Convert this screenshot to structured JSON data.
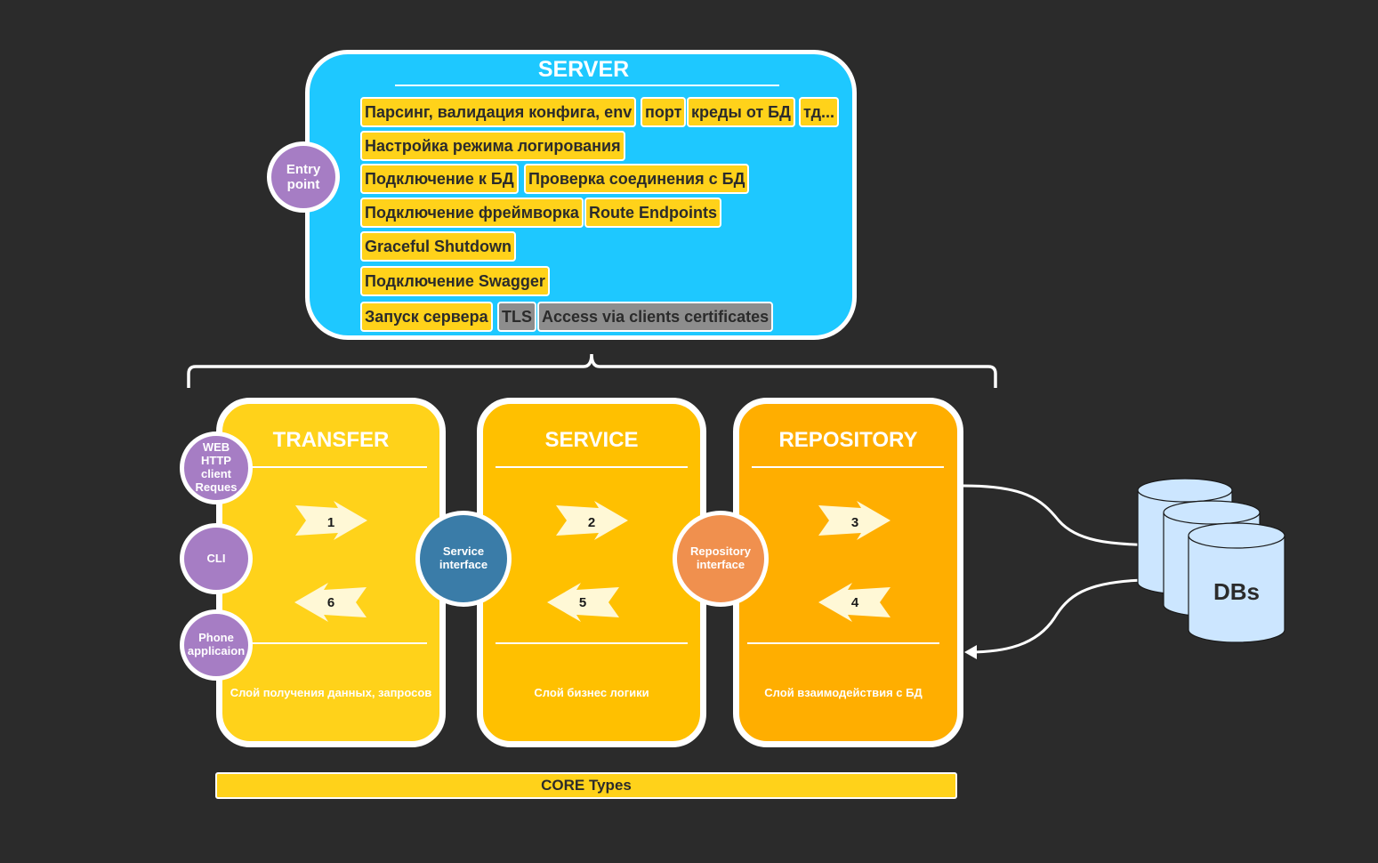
{
  "server": {
    "title": "SERVER",
    "entry_point": "Entry point",
    "rows": [
      [
        "Парсинг, валидация конфига, env",
        "порт",
        "креды от БД",
        "тд..."
      ],
      [
        "Настройка режима логирования"
      ],
      [
        "Подключение к БД",
        "Проверка соединения с БД"
      ],
      [
        "Подключение фреймворка",
        "Route Endpoints"
      ],
      [
        "Graceful Shutdown"
      ],
      [
        "Подключение Swagger"
      ],
      [
        "Запуск сервера",
        "TLS",
        "Access via clients certificates"
      ]
    ]
  },
  "clients": [
    "WEB HTTP client Reques",
    "CLI",
    "Phone applicaion"
  ],
  "layers": {
    "transfer": {
      "title": "TRANSFER",
      "caption": "Слой получения данных, запросов",
      "in_num": "1",
      "out_num": "6"
    },
    "service": {
      "title": "SERVICE",
      "caption": "Слой бизнес логики",
      "in_num": "2",
      "out_num": "5"
    },
    "repository": {
      "title": "REPOSITORY",
      "caption": "Слой взаимодействия с БД",
      "in_num": "3",
      "out_num": "4"
    }
  },
  "interfaces": {
    "service": "Service interface",
    "repository": "Repository interface"
  },
  "dbs": "DBs",
  "core_types": "CORE Types",
  "colors": {
    "background": "#2b2b2b",
    "server": "#1ec8ff",
    "chip": "#ffd21a",
    "chip_disabled": "#8d8d8d",
    "transfer": "#ffd21a",
    "service": "#ffc000",
    "repository": "#ffae00",
    "purple": "#a67dc4",
    "service_interface": "#3a7ca8",
    "repository_interface": "#f0904e",
    "db": "#cce6ff"
  }
}
